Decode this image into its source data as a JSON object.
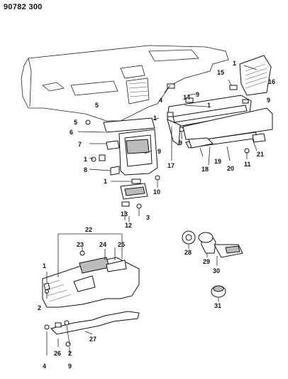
{
  "diagram_number": "90782 300",
  "callouts": [
    "1",
    "2",
    "3",
    "4",
    "5",
    "6",
    "7",
    "8",
    "9",
    "10",
    "11",
    "12",
    "13",
    "14",
    "15",
    "16",
    "17",
    "18",
    "19",
    "20",
    "21",
    "22",
    "23",
    "24",
    "25",
    "26",
    "27",
    "28",
    "29",
    "30",
    "31"
  ],
  "label_1": "1",
  "label_2": "2",
  "label_3": "3",
  "label_4": "4",
  "label_5": "5",
  "label_6": "6",
  "label_7": "7",
  "label_8": "8",
  "label_9": "9",
  "label_10": "10",
  "label_11": "11",
  "label_12": "12",
  "label_13": "13",
  "label_14": "14",
  "label_15": "15",
  "label_16": "16",
  "label_17": "17",
  "label_18": "18",
  "label_19": "19",
  "label_20": "20",
  "label_21": "21",
  "label_22": "22",
  "label_23": "23",
  "label_24": "24",
  "label_25": "25",
  "label_26": "26",
  "label_27": "27",
  "label_28": "28",
  "label_29": "29",
  "label_30": "30",
  "label_31": "31"
}
